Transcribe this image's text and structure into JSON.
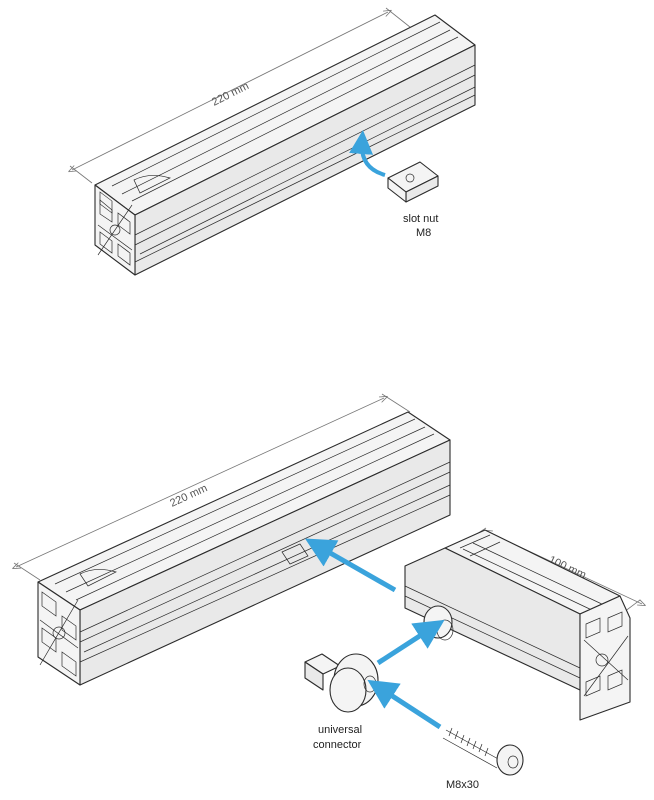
{
  "figure_top": {
    "dimension_label": "220 mm",
    "part_label_line1": "slot nut",
    "part_label_line2": "M8"
  },
  "figure_bottom": {
    "dimension_long_label": "220 mm",
    "dimension_short_label": "100 mm",
    "connector_label_line1": "universal",
    "connector_label_line2": "connector",
    "screw_label": "M8x30"
  },
  "colors": {
    "arrow": "#3aa3dc",
    "outline": "#2b2b2b",
    "face": "#f4f4f4"
  },
  "icons": [
    "curved-arrow-icon",
    "straight-arrow-icon"
  ]
}
